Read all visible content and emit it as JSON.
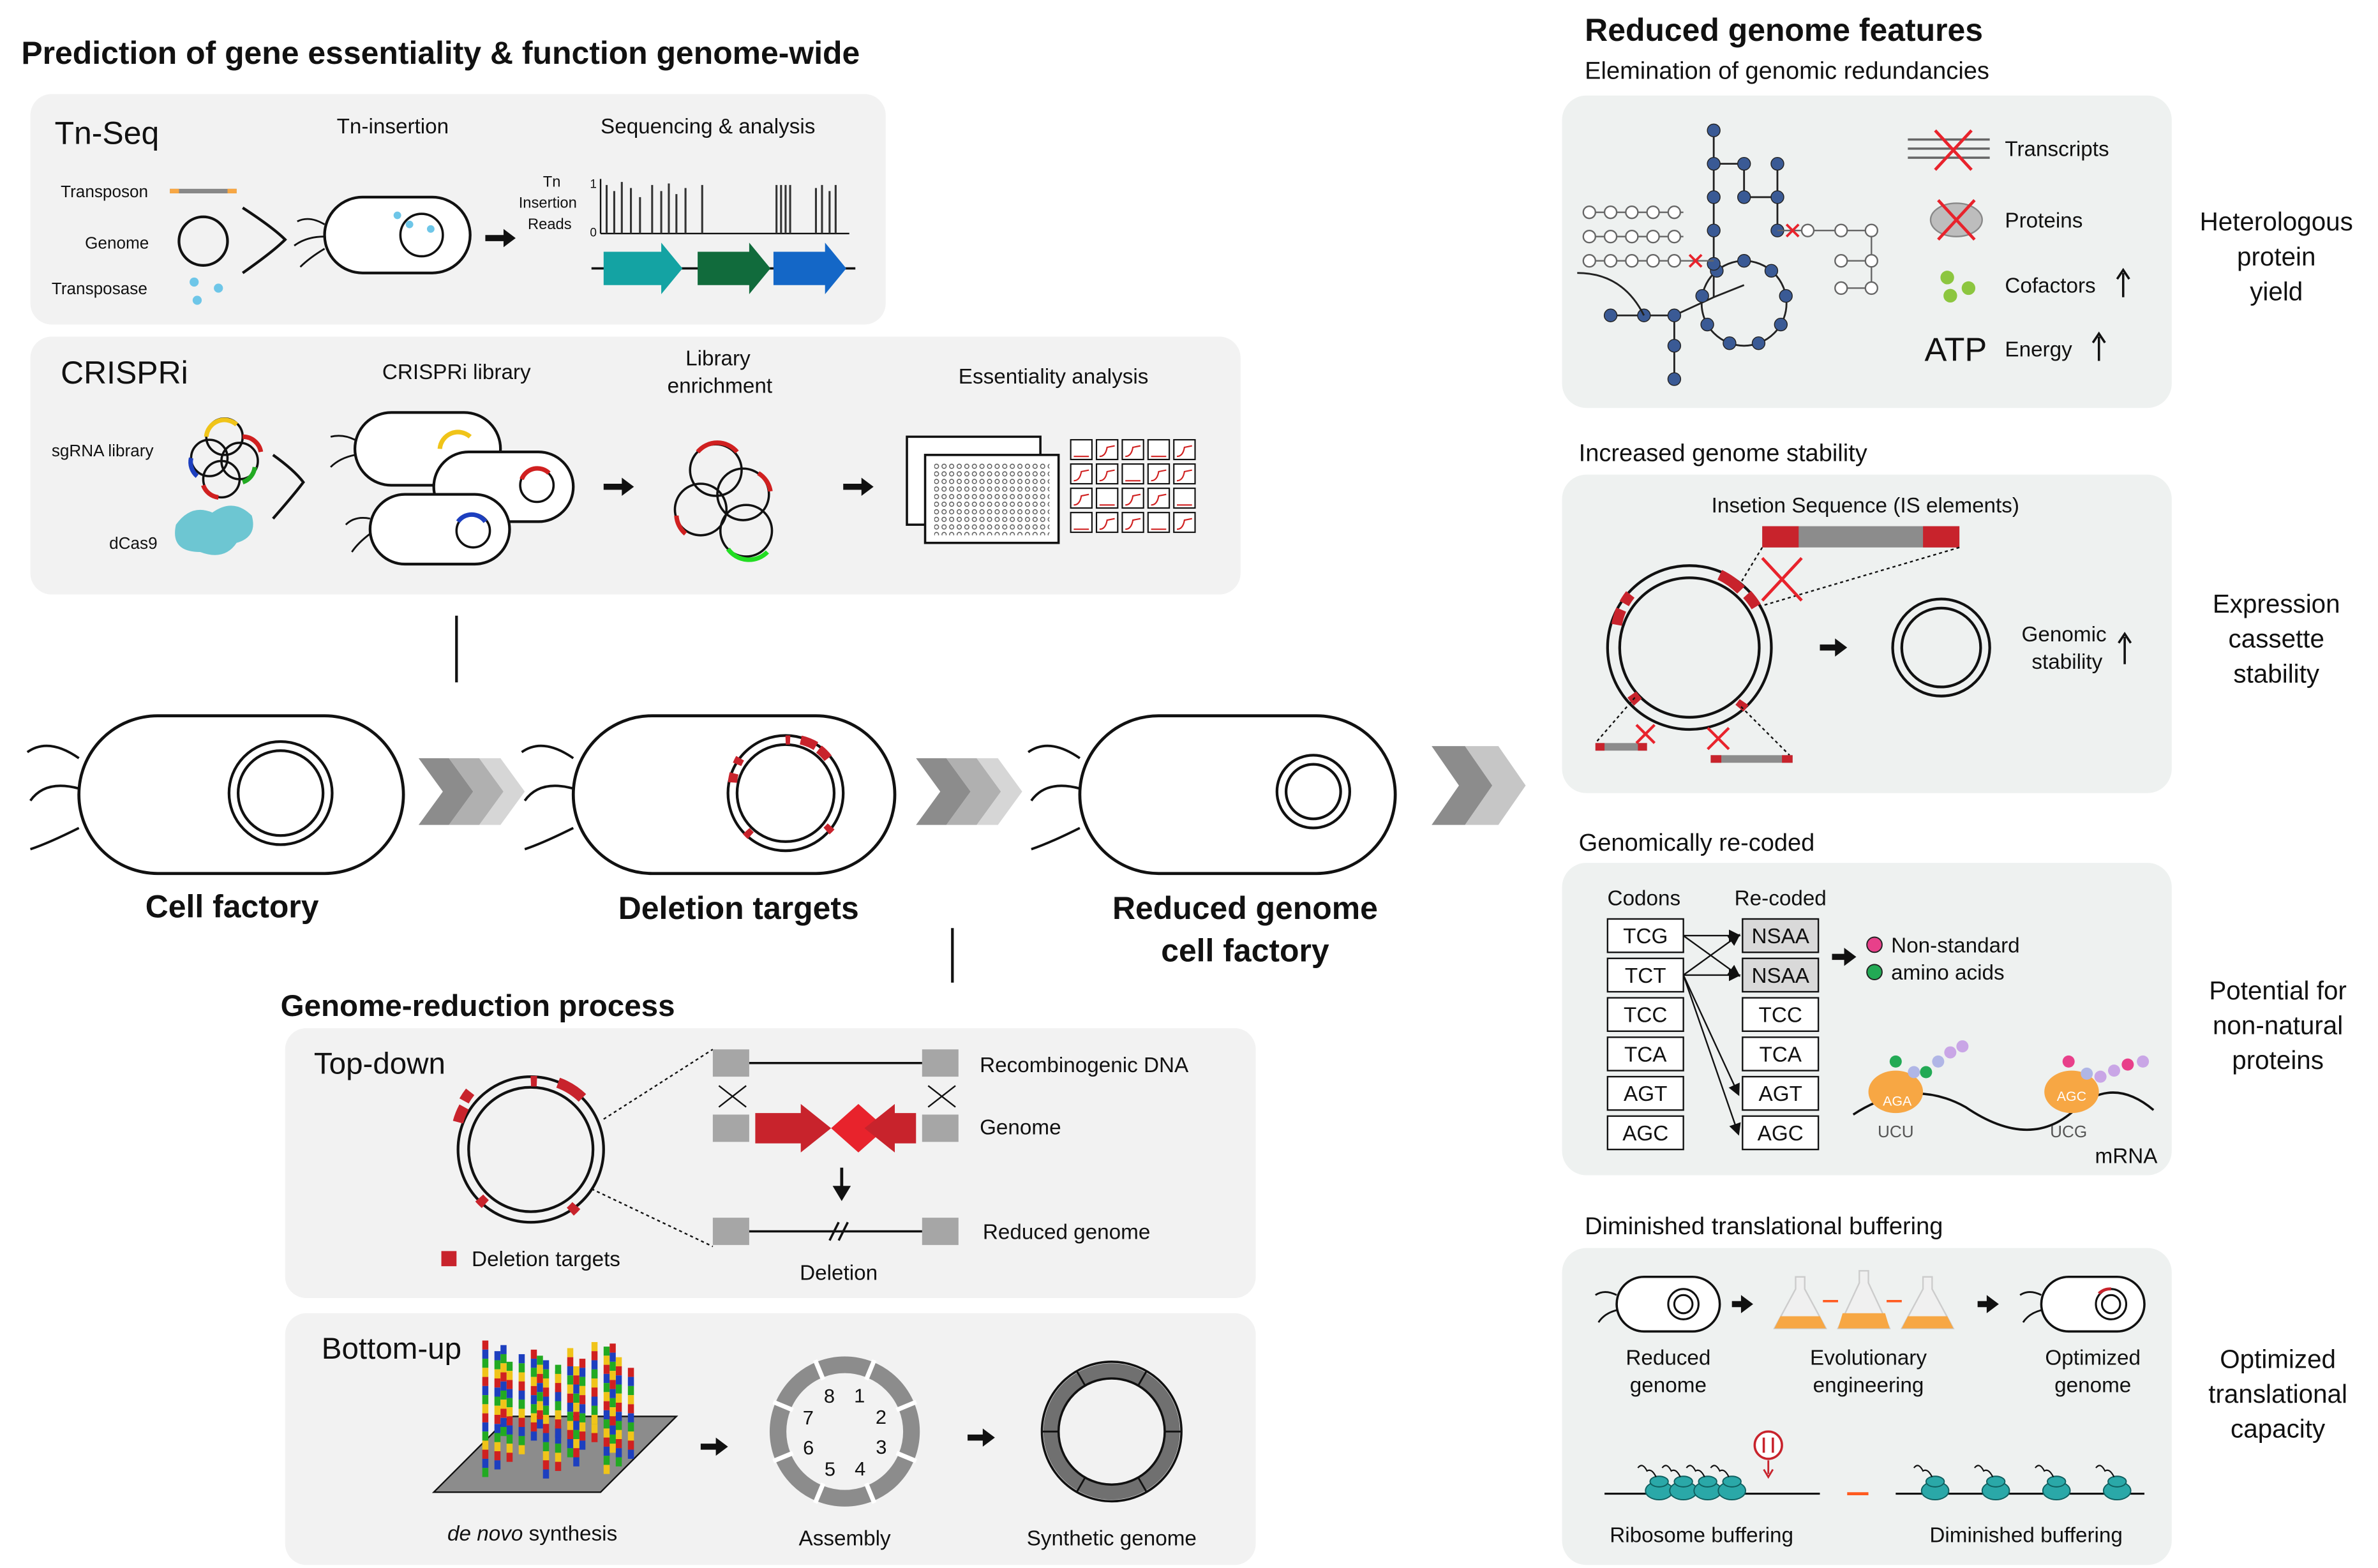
{
  "left": {
    "title": "Prediction of gene essentiality & function genome-wide",
    "tnseq": {
      "title": "Tn-Seq",
      "step1": "Tn-insertion",
      "step2": "Sequencing & analysis",
      "transposon": "Transposon",
      "genome": "Genome",
      "transposase": "Transposase",
      "ylabel": [
        "Tn",
        "Insertion",
        "Reads"
      ],
      "tick_top": "1",
      "tick_bottom": "0"
    },
    "crispri": {
      "title": "CRISPRi",
      "library": "CRISPRi library",
      "enrichment": [
        "Library",
        "enrichment"
      ],
      "analysis": "Essentiality analysis",
      "sgrna": "sgRNA library",
      "dcas9": "dCas9"
    },
    "cells": {
      "cell_factory": "Cell factory",
      "deletion_targets": "Deletion targets",
      "reduced": [
        "Reduced genome",
        "cell factory"
      ]
    },
    "process": {
      "title": "Genome-reduction process",
      "topdown": {
        "title": "Top-down",
        "recombinogenic": "Recombinogenic DNA",
        "genome": "Genome",
        "reduced": "Reduced genome",
        "deletion": "Deletion",
        "legend": "Deletion targets"
      },
      "bottomup": {
        "title": "Bottom-up",
        "denovo_italic": "de novo",
        "denovo_rest": " synthesis",
        "assembly": "Assembly",
        "synthetic": "Synthetic genome",
        "fragments": [
          "1",
          "2",
          "3",
          "4",
          "5",
          "6",
          "7",
          "8"
        ]
      }
    }
  },
  "right": {
    "title": "Reduced genome features",
    "p1": {
      "subtitle": "Elemination of genomic redundancies",
      "transcripts": "Transcripts",
      "proteins": "Proteins",
      "cofactors": "Cofactors",
      "atp": "ATP",
      "energy": "Energy",
      "side": [
        "Heterologous",
        "protein",
        "yield"
      ]
    },
    "p2": {
      "subtitle": "Increased genome stability",
      "insertion": "Insetion Sequence (IS elements)",
      "stability": [
        "Genomic",
        "stability"
      ],
      "side": [
        "Expression",
        "cassette",
        "stability"
      ]
    },
    "p3": {
      "subtitle": "Genomically re-coded",
      "codons_header": "Codons",
      "recoded_header": "Re-coded",
      "codons": [
        "TCG",
        "TCT",
        "TCC",
        "TCA",
        "AGT",
        "AGC"
      ],
      "recoded": [
        "NSAA",
        "NSAA",
        "TCC",
        "TCA",
        "AGT",
        "AGC"
      ],
      "nonstandard": [
        "Non-standard",
        "amino acids"
      ],
      "anticodon1": "AGA",
      "anticodon2": "AGC",
      "codon1": "UCU",
      "codon2": "UCG",
      "mrna": "mRNA",
      "side": [
        "Potential for",
        "non-natural",
        "proteins"
      ]
    },
    "p4": {
      "subtitle": "Diminished translational buffering",
      "reduced": [
        "Reduced",
        "genome"
      ],
      "evolutionary": [
        "Evolutionary",
        "engineering"
      ],
      "optimized": [
        "Optimized",
        "genome"
      ],
      "ribosome": "Ribosome buffering",
      "diminished": "Diminished buffering",
      "side": [
        "Optimized",
        "translational",
        "capacity"
      ]
    }
  },
  "colors": {
    "panel_bg": "#f2f2f2",
    "panel_bg_right": "#eef1f0",
    "deletion_red": "#c8232c",
    "arrow_gray": "#8c8c8c",
    "node_blue": "#3a5a95",
    "teal": "#14a3a3",
    "dark_green": "#116b3c",
    "blue": "#1467c7",
    "orange": "#f7a744"
  }
}
